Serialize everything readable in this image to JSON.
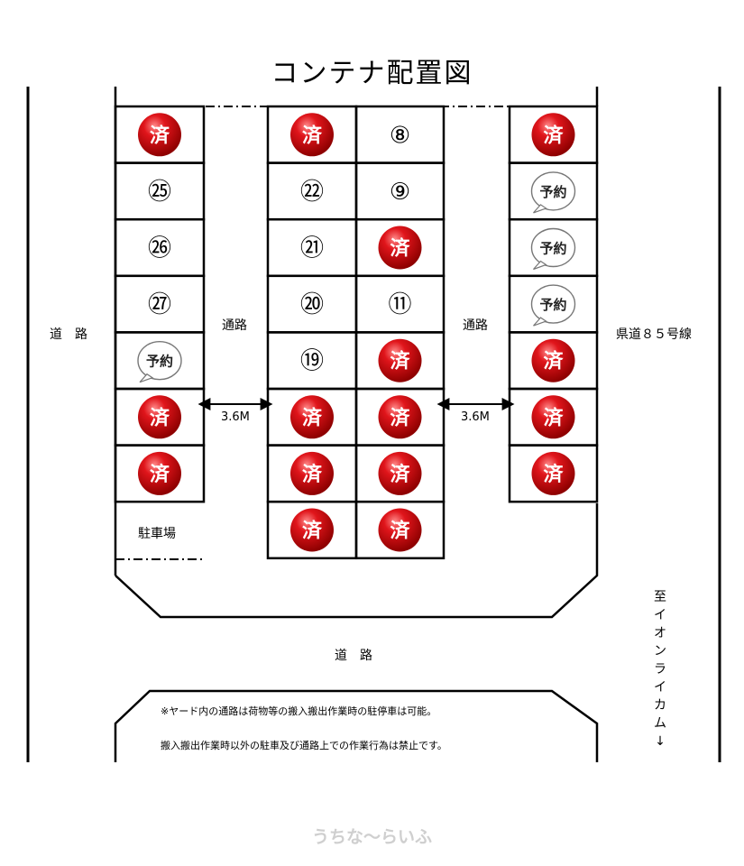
{
  "title": "コンテナ配置図",
  "labels": {
    "road_left": "道　路",
    "road_right": "県道８５号線",
    "aisle_left": "通路",
    "aisle_right": "通路",
    "width_left": "3.6M",
    "width_right": "3.6M",
    "parking": "駐車場",
    "road_bottom": "道　路",
    "direction": "至イオンライカム↓"
  },
  "notes": [
    "※ヤード内の通路は荷物等の搬入搬出作業時の駐停車は可能。",
    "搬入搬出作業時以外の駐車及び通路上での作業行為は禁止です。"
  ],
  "watermark": "うちな～らいふ",
  "status_text": {
    "done": "済",
    "reserved": "予約"
  },
  "colors": {
    "done_red": "#e0151b",
    "done_dark": "#8e0000",
    "line": "#000000"
  },
  "blocks": [
    {
      "name": "left-row",
      "slots": [
        {
          "status": "done"
        },
        {
          "status": "number",
          "label": "㉕"
        },
        {
          "status": "number",
          "label": "㉖"
        },
        {
          "status": "number",
          "label": "㉗"
        },
        {
          "status": "reserved"
        },
        {
          "status": "done"
        },
        {
          "status": "done"
        }
      ]
    },
    {
      "name": "center-left",
      "slots": [
        {
          "status": "done"
        },
        {
          "status": "number",
          "label": "㉒"
        },
        {
          "status": "number",
          "label": "㉑"
        },
        {
          "status": "number",
          "label": "⑳"
        },
        {
          "status": "number",
          "label": "⑲"
        },
        {
          "status": "done"
        },
        {
          "status": "done"
        },
        {
          "status": "done"
        }
      ]
    },
    {
      "name": "center-right",
      "slots": [
        {
          "status": "number",
          "label": "⑧"
        },
        {
          "status": "number",
          "label": "⑨"
        },
        {
          "status": "done"
        },
        {
          "status": "number",
          "label": "⑪"
        },
        {
          "status": "done"
        },
        {
          "status": "done"
        },
        {
          "status": "done"
        },
        {
          "status": "done"
        }
      ]
    },
    {
      "name": "right-row",
      "slots": [
        {
          "status": "done"
        },
        {
          "status": "reserved"
        },
        {
          "status": "reserved"
        },
        {
          "status": "reserved"
        },
        {
          "status": "done"
        },
        {
          "status": "done"
        },
        {
          "status": "done"
        }
      ]
    }
  ]
}
